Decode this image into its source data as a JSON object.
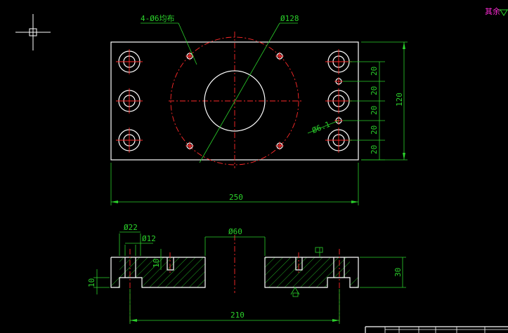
{
  "colors": {
    "background": "#000000",
    "outline": "#ffffff",
    "dimension": "#2bd12b",
    "centerline": "#ff2a2a",
    "note": "#ff2bd6"
  },
  "top_view": {
    "hole_pattern_note": "4-Ø6均布",
    "bolt_circle_dia": "Ø128",
    "small_hole_dia": "Ø6.1",
    "overall_width": "250",
    "overall_height": "120",
    "row_spacing": [
      "20",
      "20",
      "20",
      "20",
      "20"
    ]
  },
  "section_view": {
    "counterbore_dia": "Ø22",
    "through_hole_dia": "Ø12",
    "center_bore_dia": "Ø60",
    "hole_span": "210",
    "thickness": "30",
    "counterbore_depth": "10",
    "slot_depth": "10"
  },
  "corner_note": "其余",
  "icons": {
    "cursor": "crosshair-cursor-icon",
    "roughness": "surface-roughness-icon"
  }
}
